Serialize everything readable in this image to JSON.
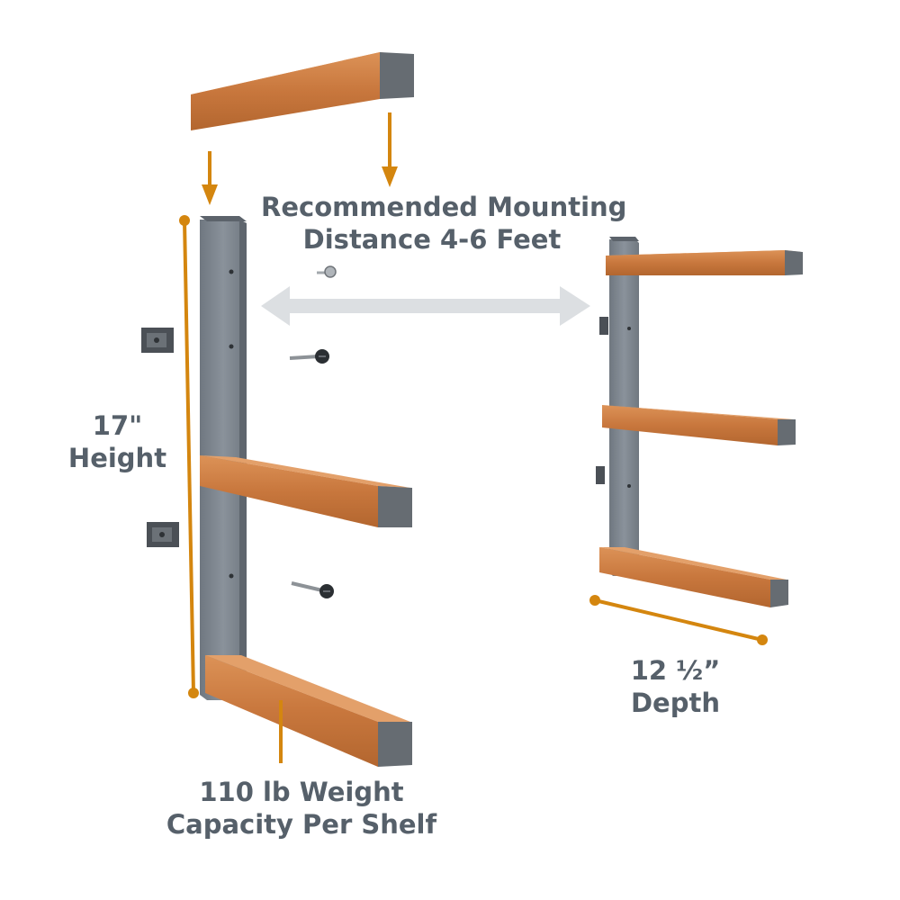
{
  "labels": {
    "mounting_line1": "Recommended Mounting",
    "mounting_line2": "Distance 4-6 Feet",
    "height_value": "17\"",
    "height_caption": "Height",
    "depth_value": "12 ½”",
    "depth_caption": "Depth",
    "weight_line1": "110 lb Weight",
    "weight_line2": "Capacity Per Shelf"
  },
  "colors": {
    "wood": "#c8773d",
    "wood_light": "#d98a4f",
    "wood_dark": "#a85f2c",
    "steel": "#7f8791",
    "steel_dark": "#5c636b",
    "accent": "#d4860f",
    "arrow_grey": "#dcdfe2",
    "text": "#56606a"
  }
}
